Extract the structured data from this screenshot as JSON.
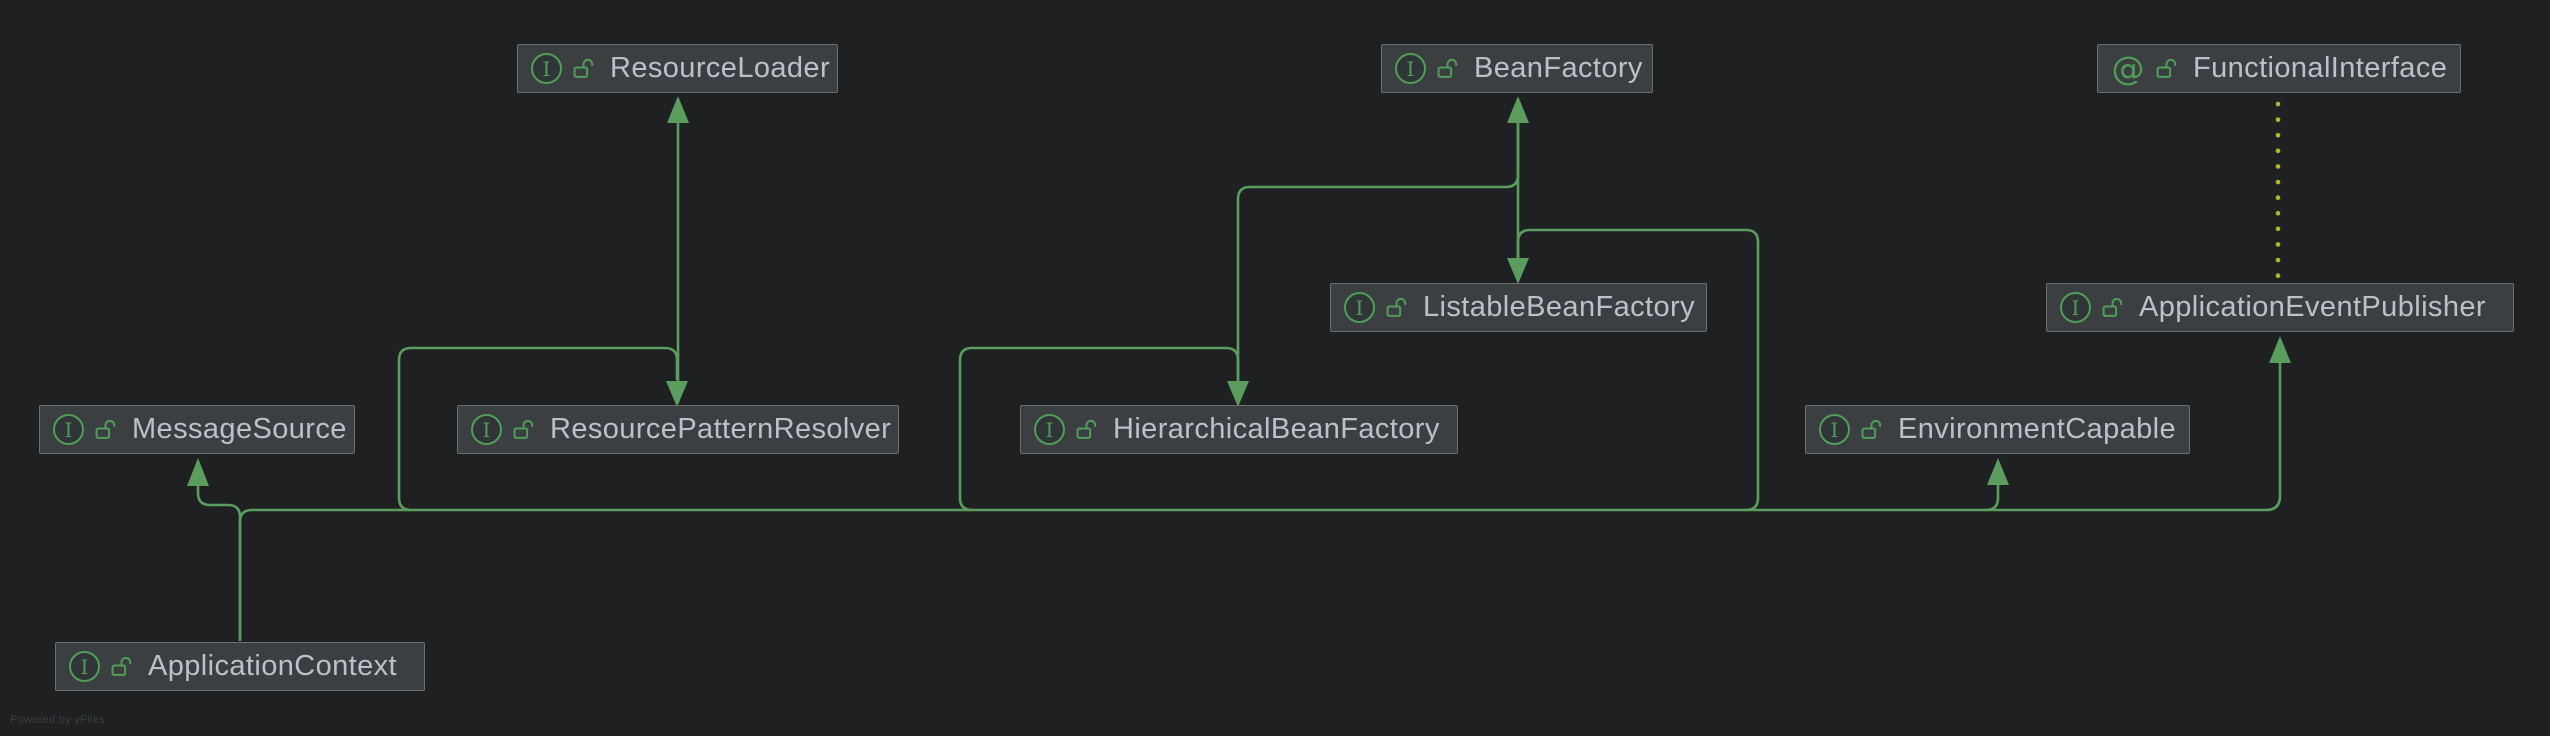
{
  "canvas": {
    "watermark": "Powered by yFiles"
  },
  "colors": {
    "background": "#1e2022",
    "node_bg": "#3c3f41",
    "node_border": "#6b6f72",
    "label_text": "#b9c2ca",
    "icon_green": "#4f9e58",
    "edge_green": "#5b9d5e",
    "annotation_yellow": "#b5b62b",
    "watermark_text": "#3b3f42"
  },
  "icons": {
    "interface_glyph": "I",
    "annotation_glyph": "@",
    "visibility_icon": "open-padlock"
  },
  "nodes": [
    {
      "id": "resource-loader",
      "label": "ResourceLoader",
      "kind": "interface",
      "visibility": "public"
    },
    {
      "id": "bean-factory",
      "label": "BeanFactory",
      "kind": "interface",
      "visibility": "public"
    },
    {
      "id": "functional-interface",
      "label": "FunctionalInterface",
      "kind": "annotation",
      "visibility": "public"
    },
    {
      "id": "listable-bean-factory",
      "label": "ListableBeanFactory",
      "kind": "interface",
      "visibility": "public"
    },
    {
      "id": "application-event-publisher",
      "label": "ApplicationEventPublisher",
      "kind": "interface",
      "visibility": "public"
    },
    {
      "id": "message-source",
      "label": "MessageSource",
      "kind": "interface",
      "visibility": "public"
    },
    {
      "id": "resource-pattern-resolver",
      "label": "ResourcePatternResolver",
      "kind": "interface",
      "visibility": "public"
    },
    {
      "id": "hierarchical-bean-factory",
      "label": "HierarchicalBeanFactory",
      "kind": "interface",
      "visibility": "public"
    },
    {
      "id": "environment-capable",
      "label": "EnvironmentCapable",
      "kind": "interface",
      "visibility": "public"
    },
    {
      "id": "application-context",
      "label": "ApplicationContext",
      "kind": "interface",
      "visibility": "public"
    }
  ],
  "edges": [
    {
      "from": "ResourcePatternResolver",
      "to": "ResourceLoader",
      "type": "extends"
    },
    {
      "from": "ListableBeanFactory",
      "to": "BeanFactory",
      "type": "extends"
    },
    {
      "from": "HierarchicalBeanFactory",
      "to": "BeanFactory",
      "type": "extends"
    },
    {
      "from": "ApplicationContext",
      "to": "MessageSource",
      "type": "extends"
    },
    {
      "from": "ApplicationContext",
      "to": "ResourcePatternResolver",
      "type": "extends"
    },
    {
      "from": "ApplicationContext",
      "to": "HierarchicalBeanFactory",
      "type": "extends"
    },
    {
      "from": "ApplicationContext",
      "to": "ListableBeanFactory",
      "type": "extends"
    },
    {
      "from": "ApplicationContext",
      "to": "EnvironmentCapable",
      "type": "extends"
    },
    {
      "from": "ApplicationContext",
      "to": "ApplicationEventPublisher",
      "type": "extends"
    },
    {
      "from": "ApplicationEventPublisher",
      "to": "FunctionalInterface",
      "type": "annotated-with"
    }
  ]
}
